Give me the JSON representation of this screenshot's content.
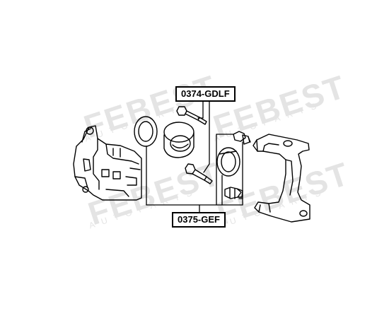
{
  "diagram": {
    "labels": {
      "upper_kit": "0374-GDLF",
      "lower_kit": "0375-GEF"
    },
    "watermark": {
      "brand": "FEBEST",
      "tagline": "AUTOPARTS"
    },
    "colors": {
      "line": "#000000",
      "background": "#ffffff",
      "watermark": "#e4e4e4"
    }
  }
}
